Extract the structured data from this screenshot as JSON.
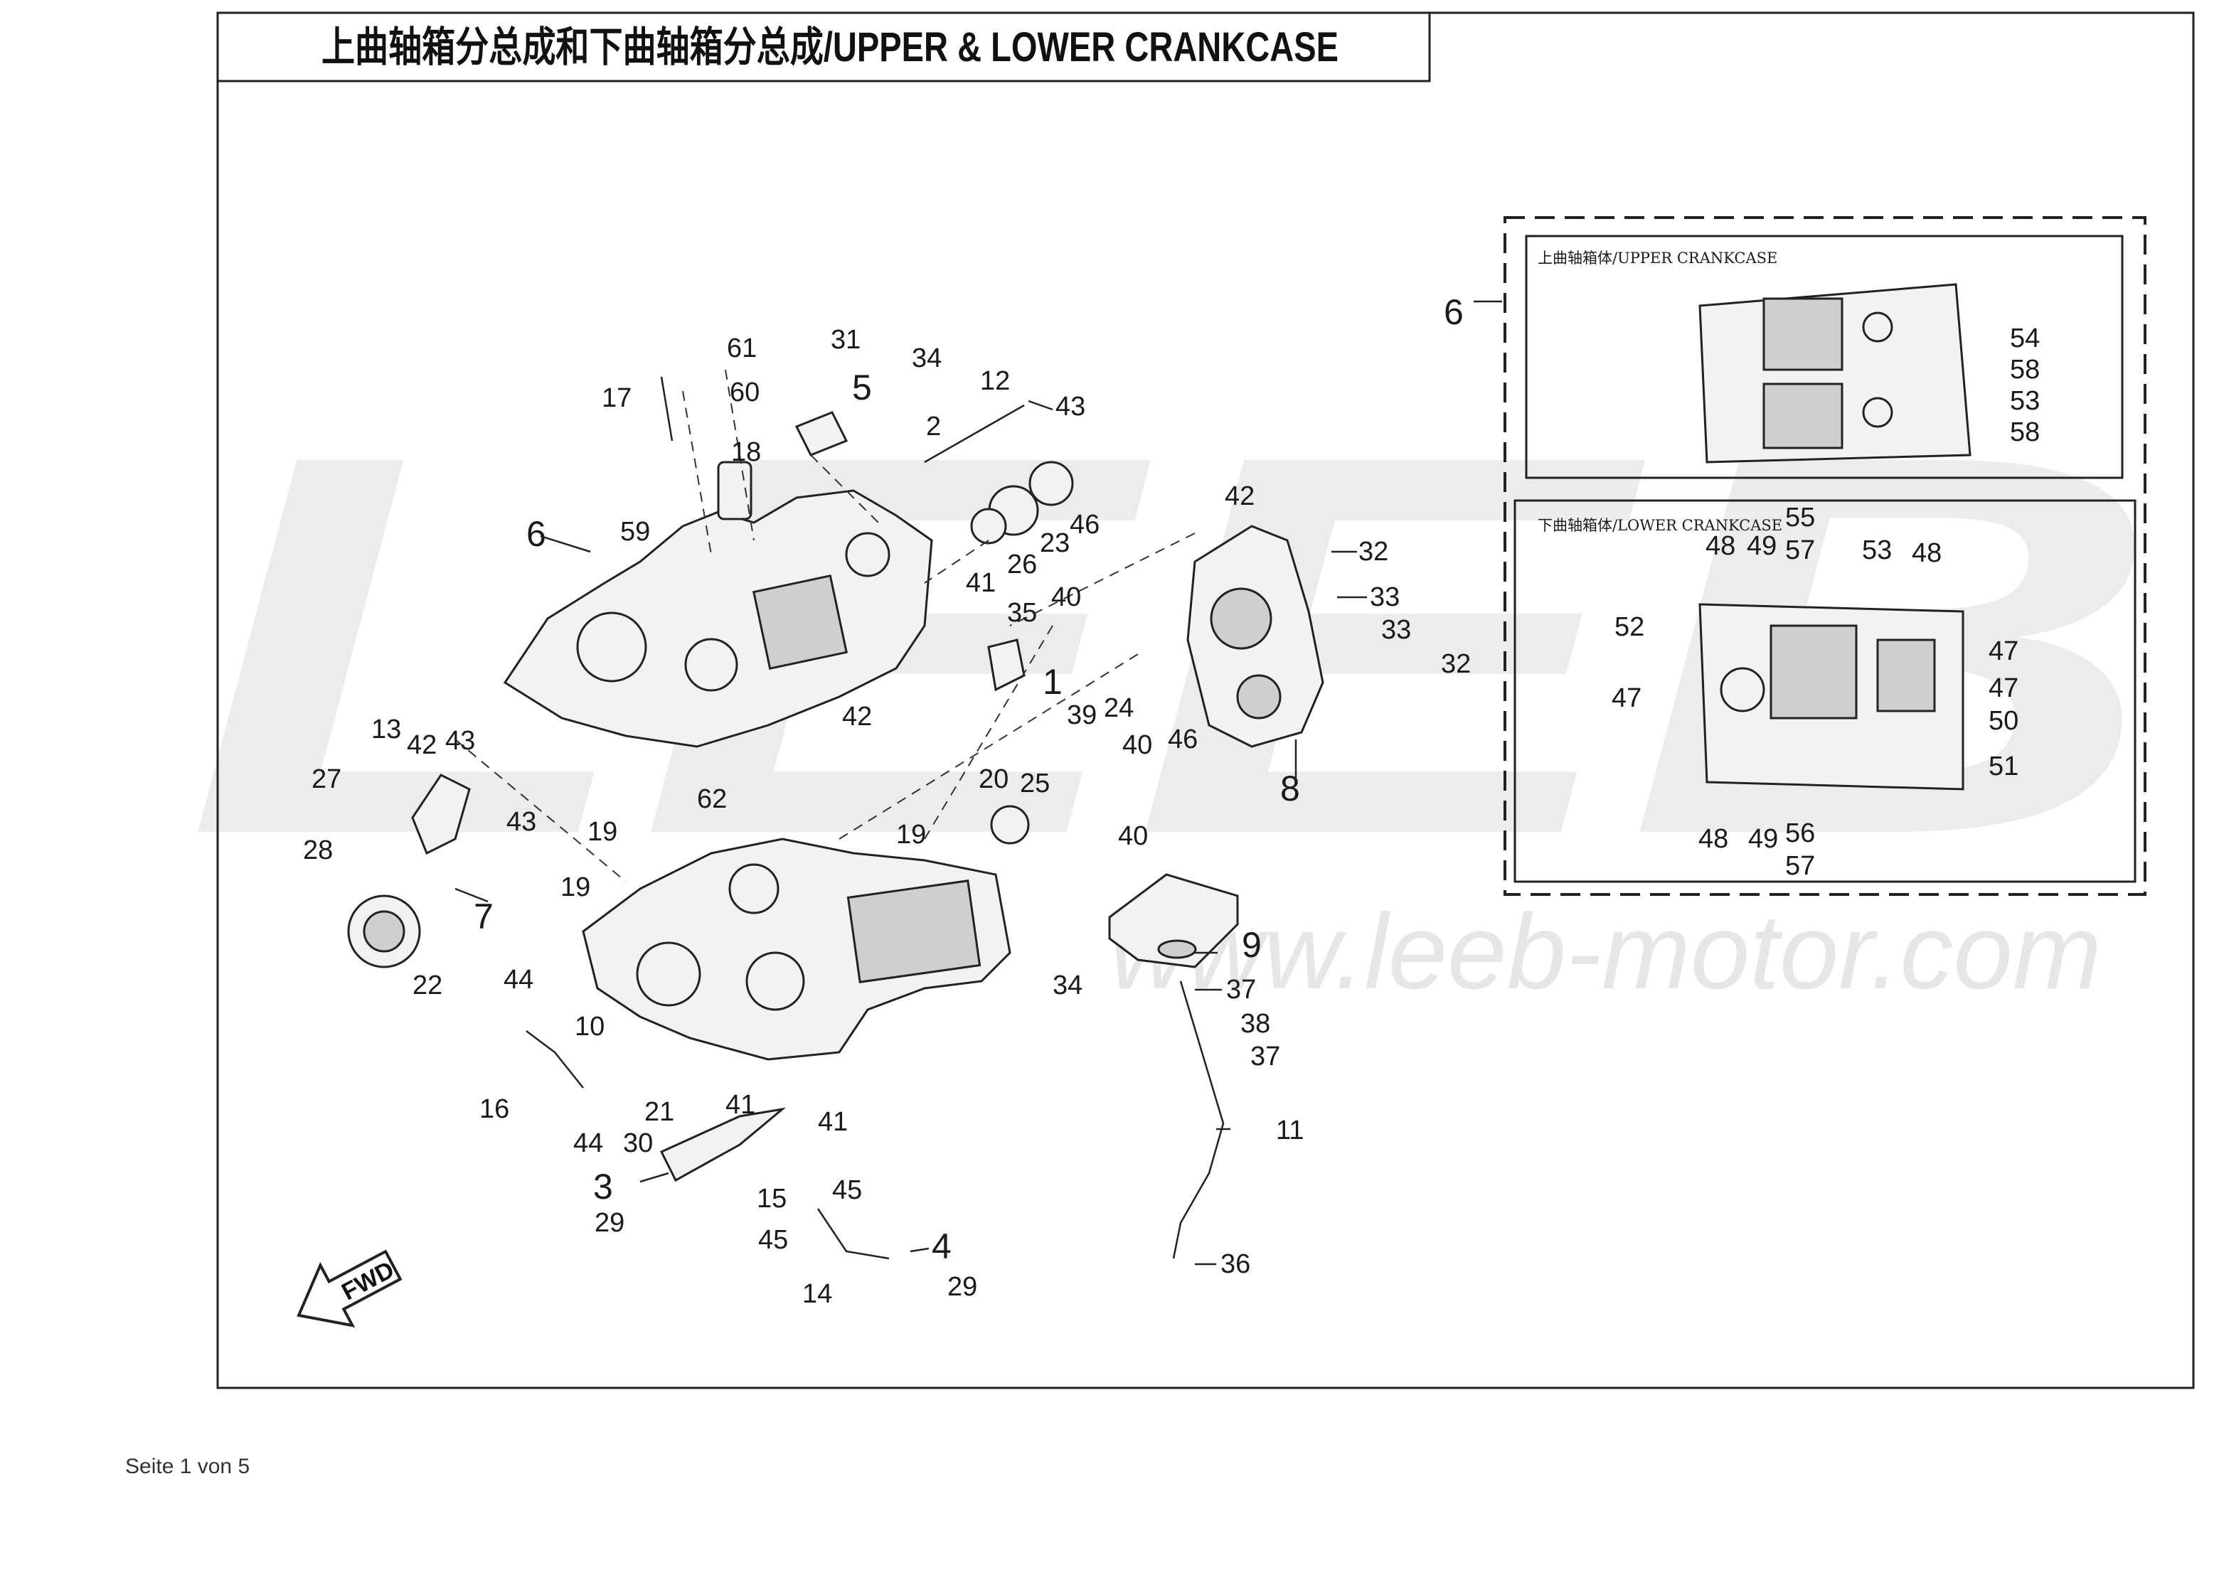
{
  "diagram": {
    "title": "上曲轴箱分总成和下曲轴箱分总成/UPPER & LOWER CRANKCASE",
    "watermark_text": "LEEB",
    "watermark_url": "www.leeb-motor.com",
    "fwd_label": "FWD",
    "inset_upper": {
      "title": "上曲轴箱体/UPPER CRANKCASE",
      "ref_callout": "6",
      "callouts": [
        "54",
        "58",
        "53",
        "58"
      ]
    },
    "inset_lower": {
      "title": "下曲轴箱体/LOWER CRANKCASE",
      "callouts": [
        "55",
        "57",
        "48",
        "49",
        "53",
        "48",
        "52",
        "47",
        "47",
        "47",
        "50",
        "51",
        "48",
        "49",
        "56",
        "57"
      ]
    },
    "main_callouts": [
      "61",
      "31",
      "34",
      "12",
      "60",
      "5",
      "2",
      "43",
      "17",
      "18",
      "6",
      "59",
      "42",
      "32",
      "26",
      "23",
      "46",
      "41",
      "40",
      "33",
      "35",
      "33",
      "1",
      "32",
      "24",
      "42",
      "39",
      "40",
      "46",
      "13",
      "42",
      "43",
      "27",
      "43",
      "20",
      "25",
      "8",
      "62",
      "19",
      "19",
      "19",
      "28",
      "7",
      "40",
      "9",
      "22",
      "44",
      "34",
      "37",
      "10",
      "38",
      "37",
      "16",
      "44",
      "21",
      "41",
      "41",
      "11",
      "30",
      "3",
      "45",
      "15",
      "45",
      "4",
      "29",
      "36",
      "14",
      "29"
    ]
  },
  "footer": {
    "page_label": "Seite 1 von 5"
  },
  "icons": [
    "fwd-arrow-icon"
  ]
}
